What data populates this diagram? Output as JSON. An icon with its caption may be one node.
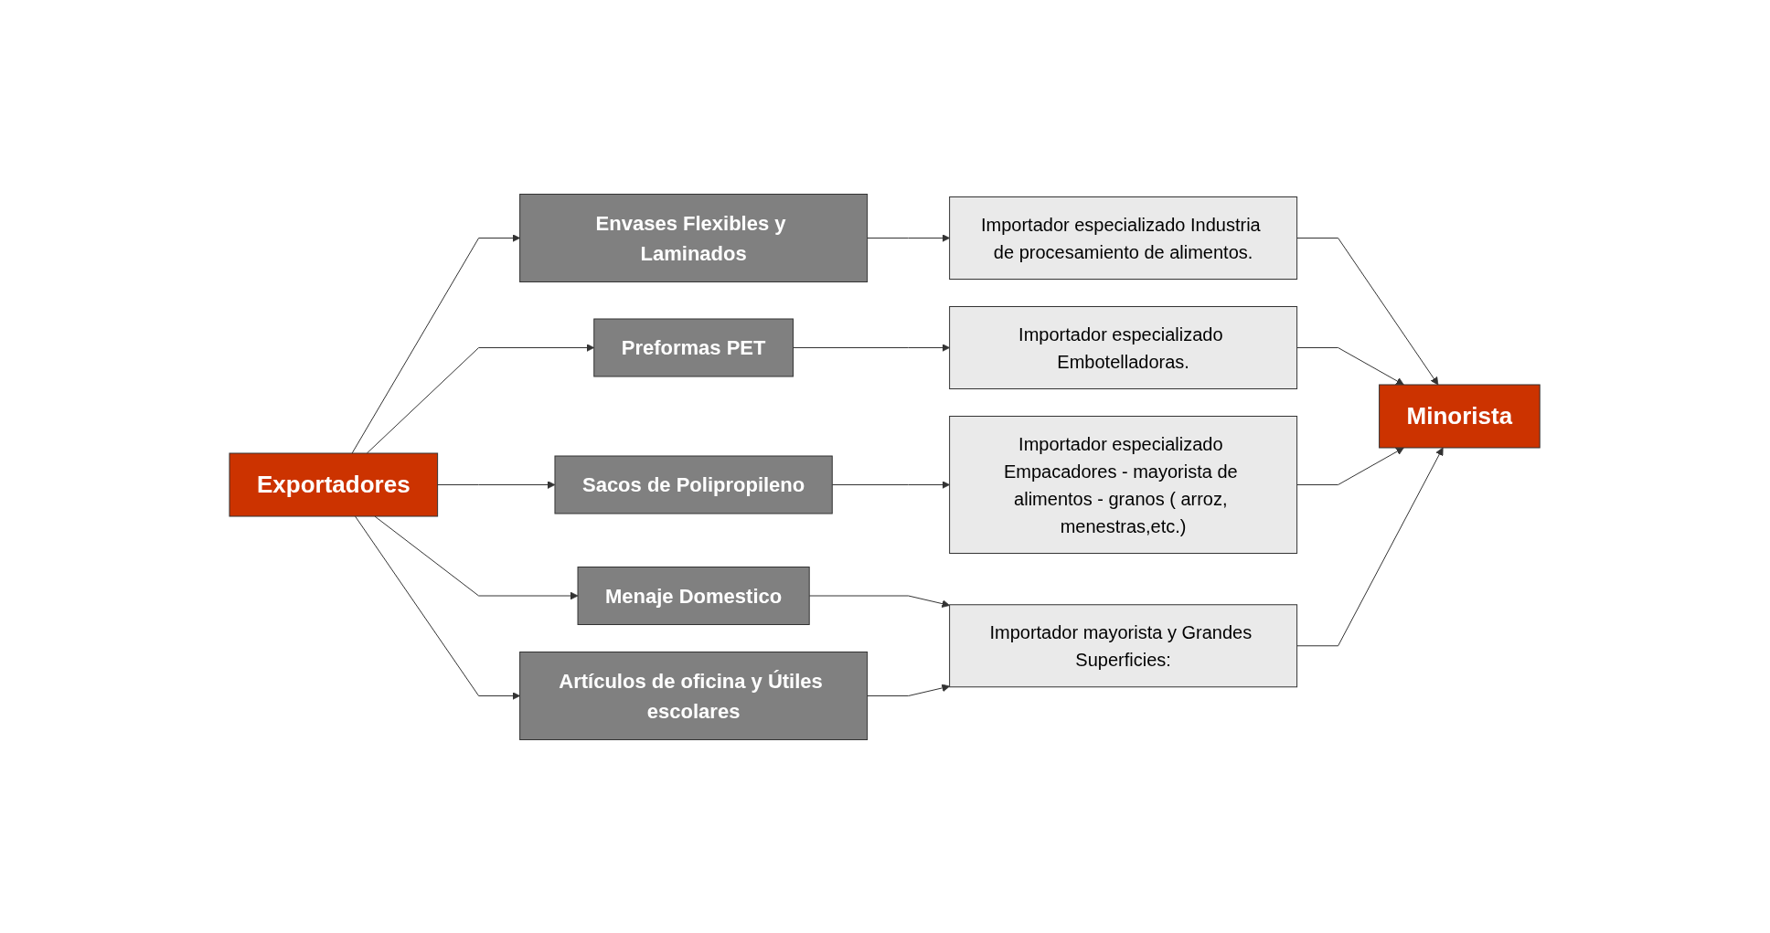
{
  "diagram": {
    "nodes": [
      {
        "text": [
          "Exportadores"
        ]
      },
      {
        "text": [
          "Envases Flexibles y Laminados"
        ]
      },
      {
        "text": [
          "Importador especializado Industria de procesamiento de alimentos."
        ]
      },
      {
        "text": [
          "Preformas PET"
        ]
      },
      {
        "text": [
          "Importador especializado Embotelladoras."
        ]
      },
      {
        "text": [
          "Sacos de Polipropileno"
        ]
      },
      {
        "text": [
          "Importador especializado Empacadores - mayorista de alimentos - granos ( arroz, menestras,etc.)"
        ]
      },
      {
        "text": [
          "Menaje Domestico"
        ]
      },
      {
        "text": [
          "Artículos de oficina y Útiles escolares"
        ]
      },
      {
        "text": [
          "Importador mayorista y Grandes Superficies:"
        ]
      },
      {
        "text": [
          "Minorista"
        ]
      }
    ],
    "edges": [
      {
        "from": 0,
        "to": 1,
        "arrow": "to"
      },
      {
        "from": 0,
        "to": 3,
        "arrow": "to"
      },
      {
        "from": 0,
        "to": 5,
        "arrow": "to"
      },
      {
        "from": 0,
        "to": 7,
        "arrow": "to"
      },
      {
        "from": 0,
        "to": 8,
        "arrow": "to"
      },
      {
        "from": 1,
        "to": 2,
        "arrow": "to"
      },
      {
        "from": 3,
        "to": 4,
        "arrow": "to"
      },
      {
        "from": 5,
        "to": 6,
        "arrow": "to"
      },
      {
        "from": 7,
        "to": 9,
        "arrow": "to"
      },
      {
        "from": 8,
        "to": 9,
        "arrow": "to"
      },
      {
        "from": 2,
        "to": 10,
        "arrow": "to"
      },
      {
        "from": 4,
        "to": 10,
        "arrow": "to"
      },
      {
        "from": 6,
        "to": 10,
        "arrow": "to"
      },
      {
        "from": 9,
        "to": 10,
        "arrow": "to"
      }
    ]
  }
}
